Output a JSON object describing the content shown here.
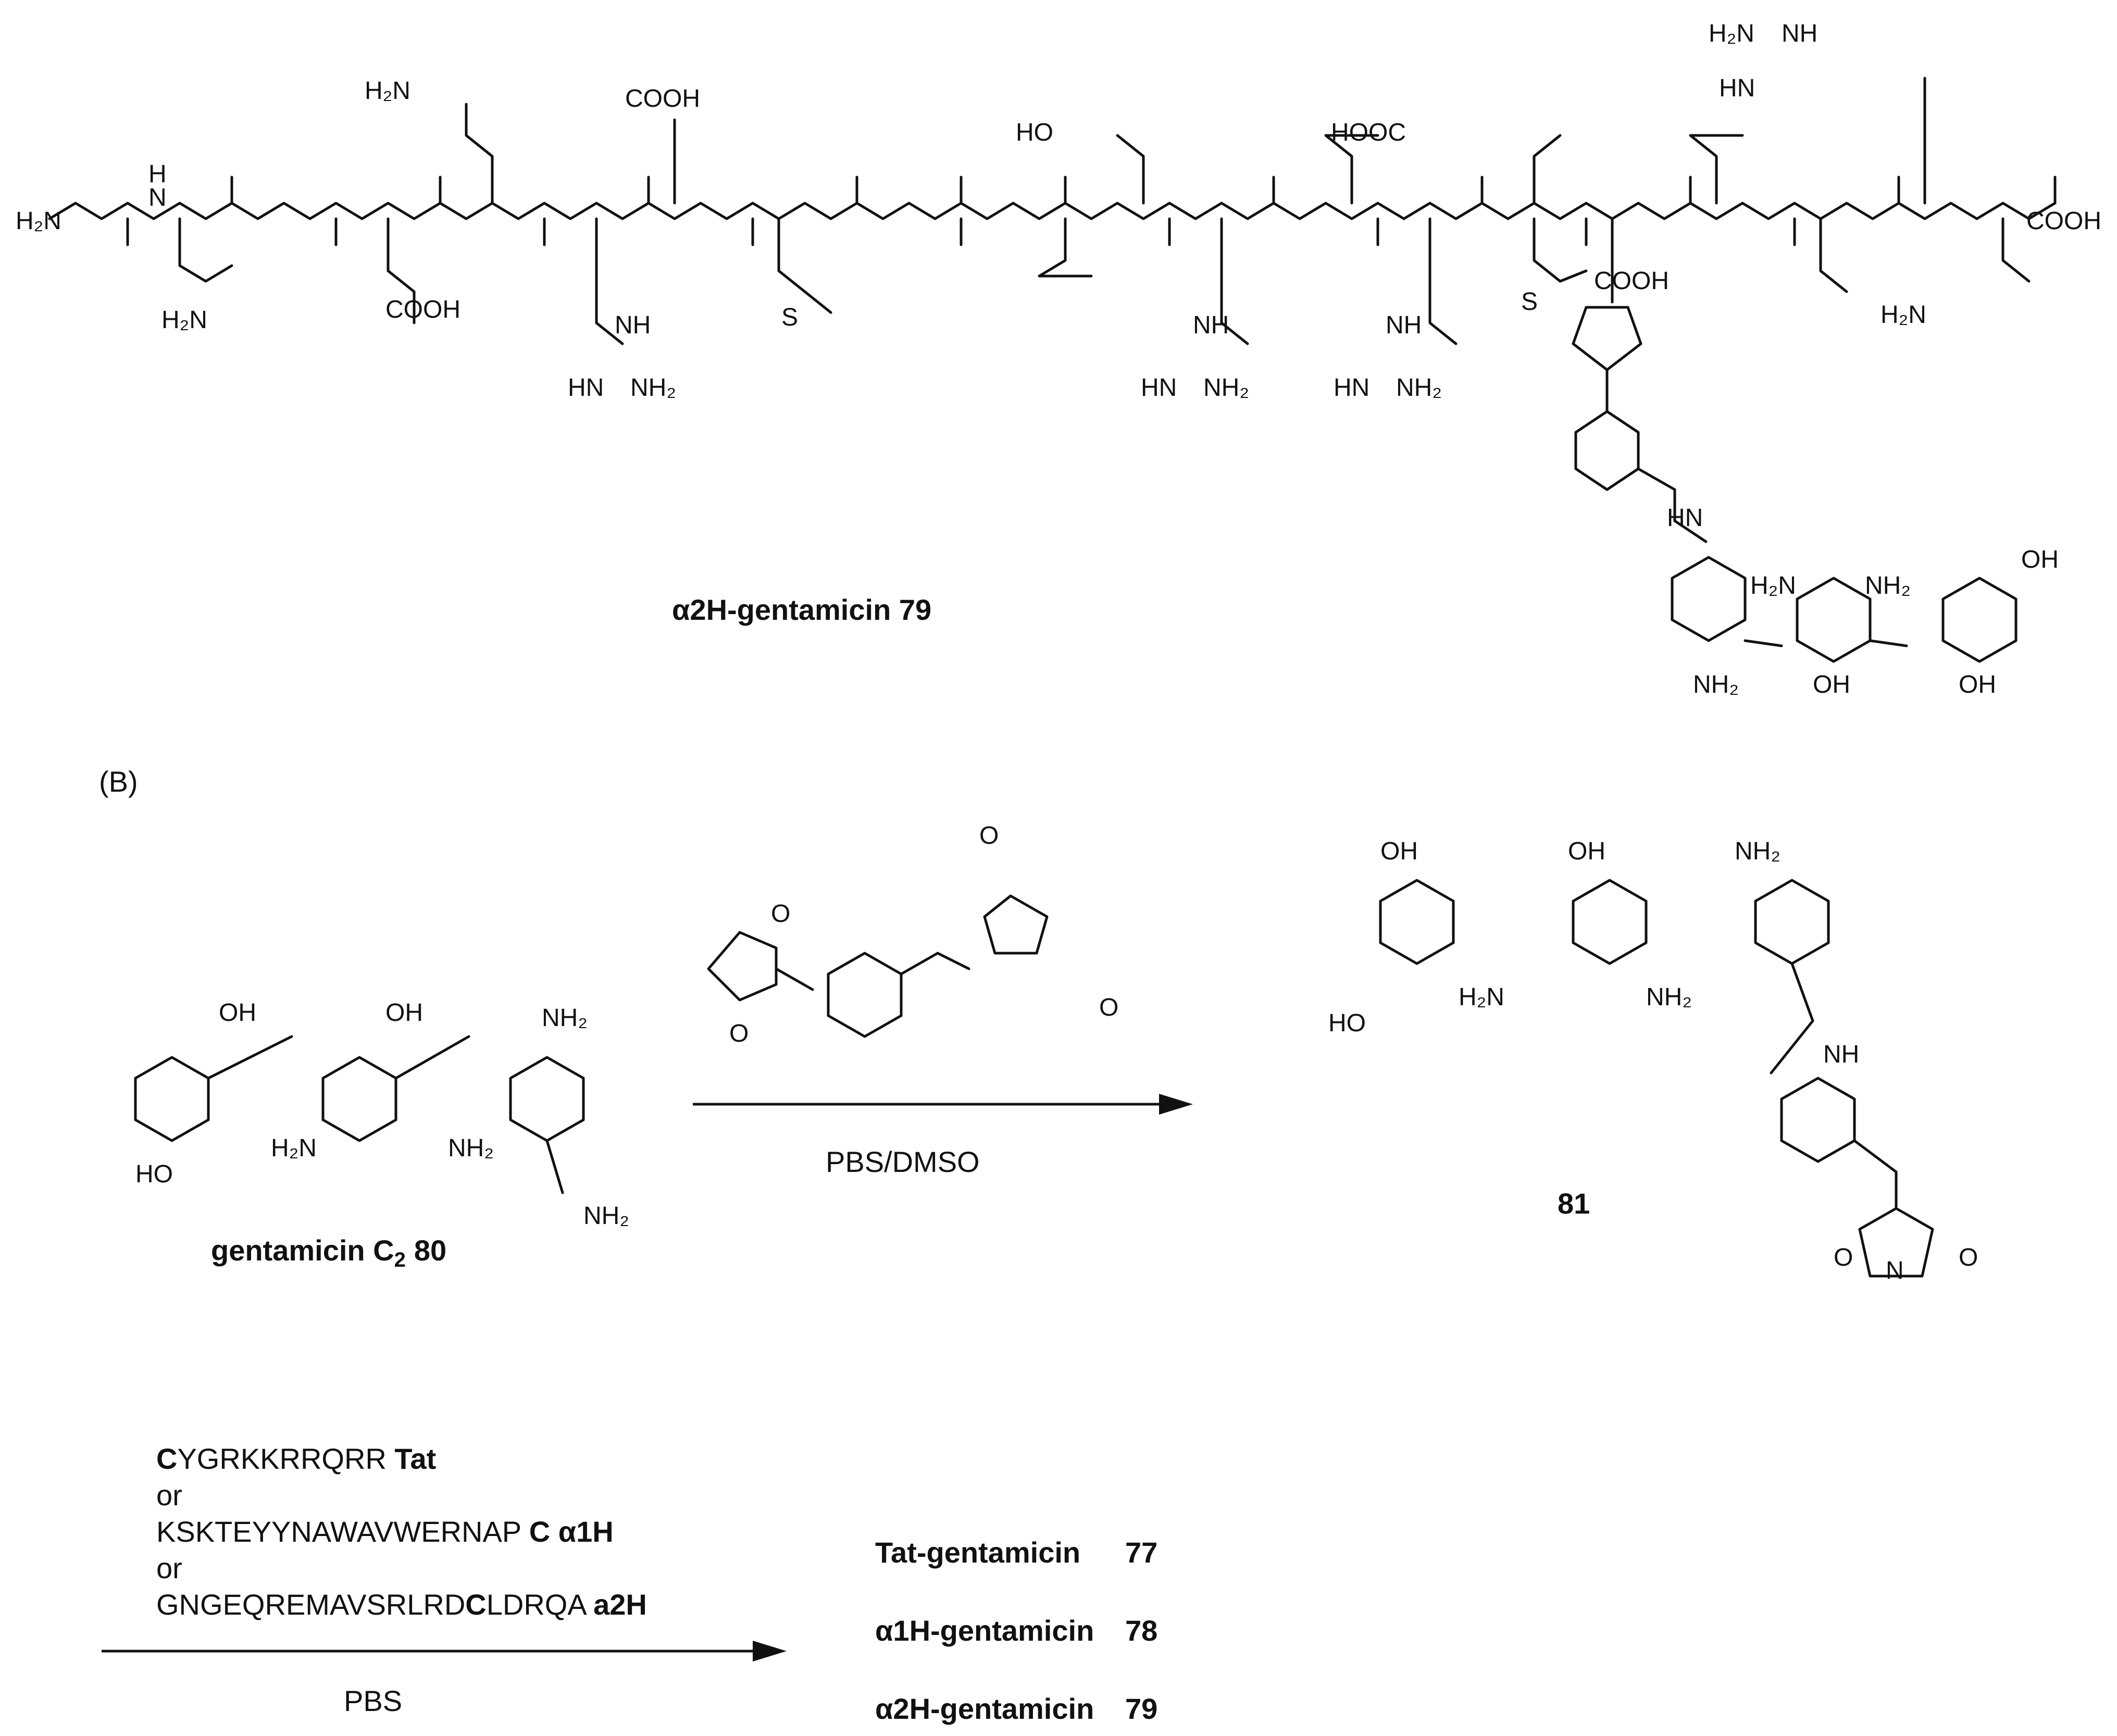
{
  "panel_b_label": "(B)",
  "top_compound": {
    "name": "α2H-gentamicin 79"
  },
  "reaction1": {
    "reactant_name": "gentamicin C",
    "reactant_sub": "2",
    "reactant_num": "80",
    "conditions": "PBS/DMSO",
    "product_num": "81"
  },
  "reaction2": {
    "peptide_lines": [
      {
        "bold_prefix": "C",
        "seq": "YGRKKRRQRR ",
        "bold_suffix": "Tat"
      },
      {
        "plain": "or"
      },
      {
        "seq": "KSKTEYYNAWAVWERNAP ",
        "bold_mid": "C",
        "bold_suffix": " α1H"
      },
      {
        "plain": "or"
      },
      {
        "seq": "GNGEQREMAVSRLRD",
        "bold_mid": "C",
        "seq2": "LDRQA ",
        "bold_suffix": "a2H"
      }
    ],
    "conditions": "PBS",
    "products": [
      {
        "name": "Tat-gentamicin",
        "num": "77"
      },
      {
        "name": "α1H-gentamicin",
        "num": "78"
      },
      {
        "name": "α2H-gentamicin",
        "num": "79"
      }
    ]
  },
  "atom_labels": {
    "h2n": "H₂N",
    "nh2": "NH₂",
    "nh": "NH",
    "hn": "HN",
    "h": "H",
    "n": "N",
    "o": "O",
    "s": "S",
    "oh": "OH",
    "ho": "HO",
    "cooh": "COOH",
    "hooc": "HOOC",
    "h2n_ring": "H₂N",
    "nh2_ring": "NH₂"
  }
}
